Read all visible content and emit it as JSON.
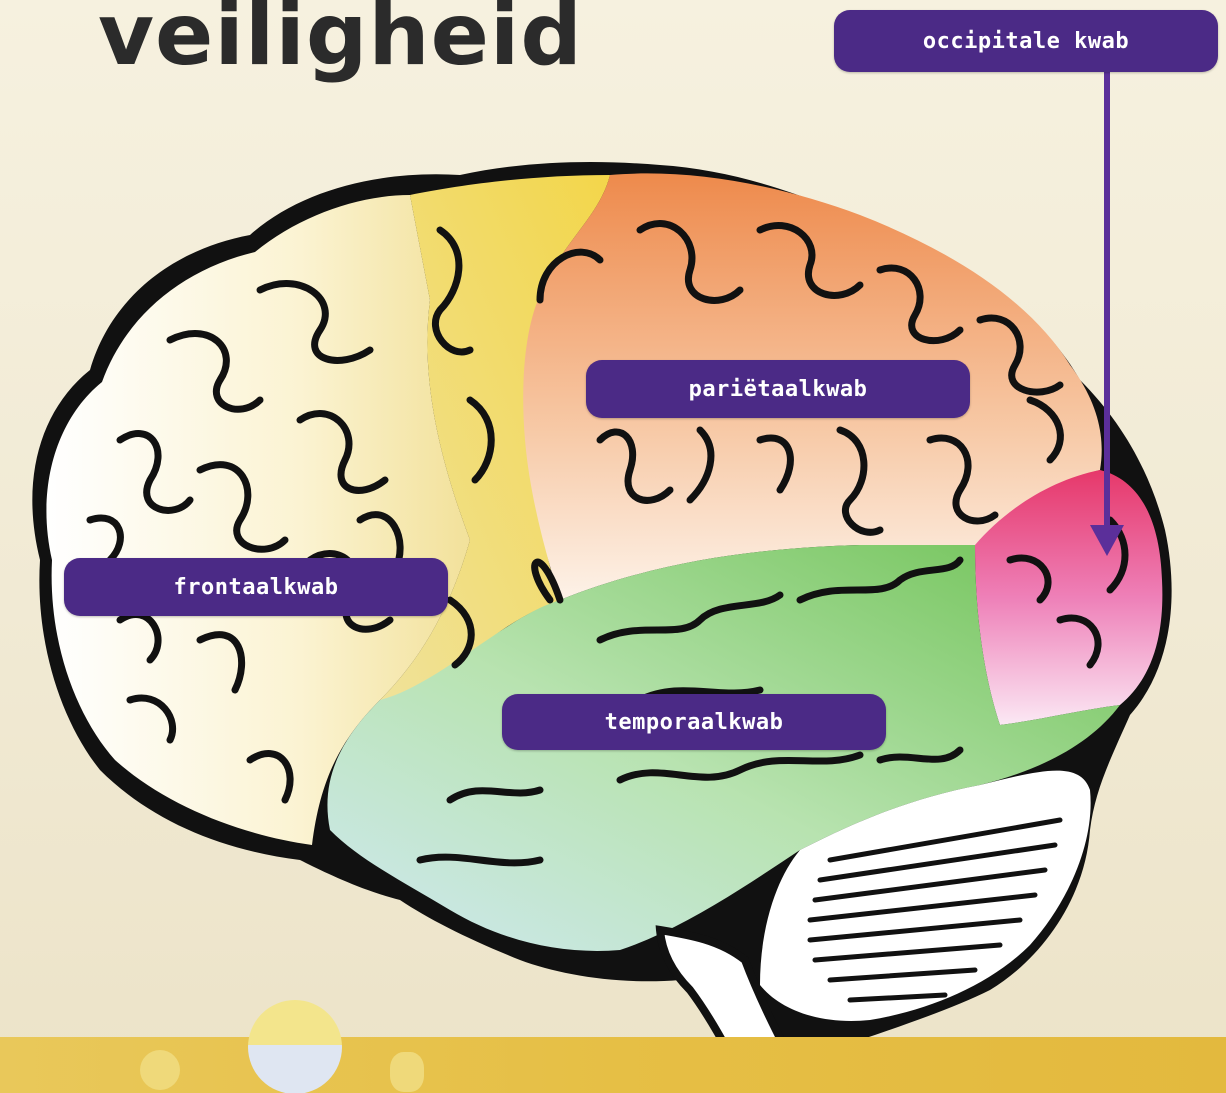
{
  "title": "veiligheid",
  "labels": {
    "occipital": "occipitale kwab",
    "parietal": "pariëtaalkwab",
    "frontal": "frontaalkwab",
    "temporal": "temporaalkwab"
  },
  "colors": {
    "label_bg": "#4b2a86",
    "label_text": "#ffffff",
    "frontal_lobe": "#fdfbf1",
    "premotor_region": "#ecd97a",
    "parietal_lobe": "#ee9a5e",
    "occipital_lobe": "#e5477a",
    "temporal_lobe": "#7cc96a",
    "cerebellum": "#ffffff",
    "outline": "#111111",
    "arrow": "#5b2f9a"
  }
}
